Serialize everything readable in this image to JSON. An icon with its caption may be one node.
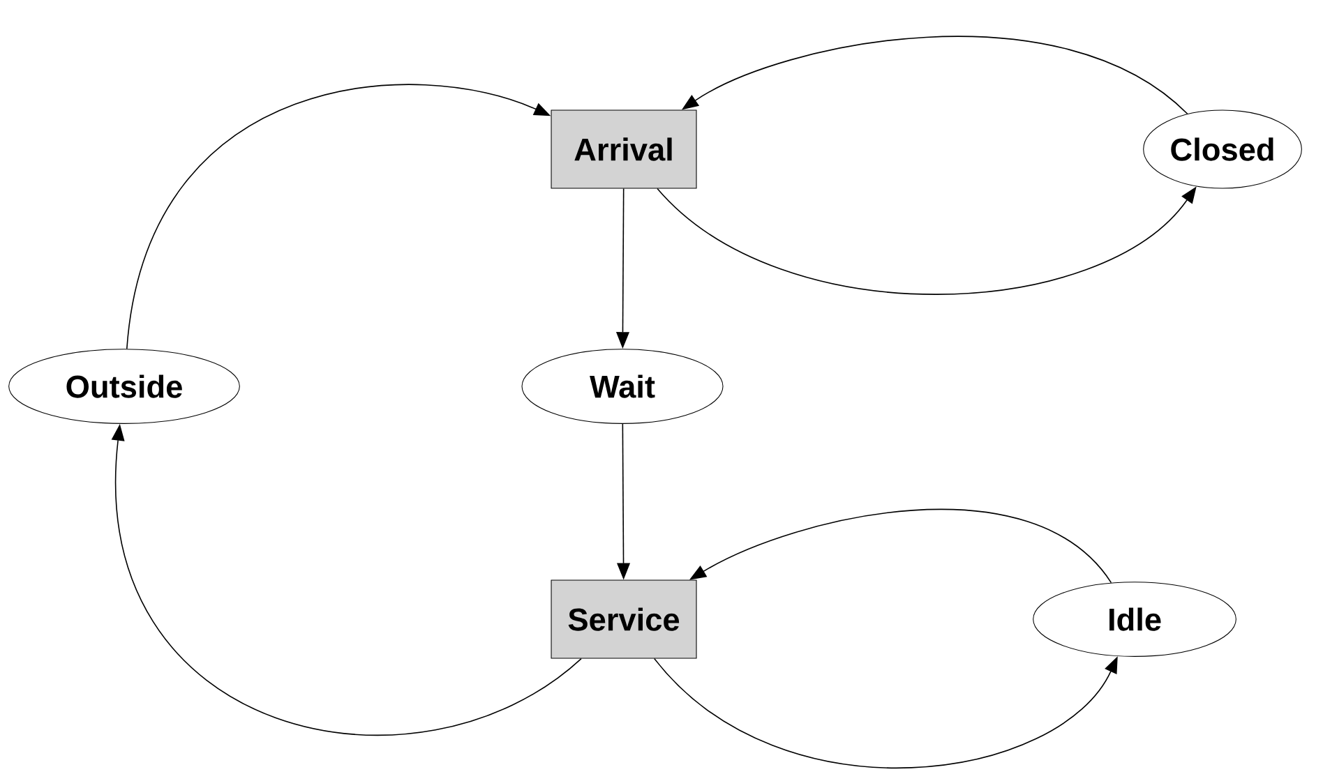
{
  "diagram": {
    "nodes": [
      {
        "text": [
          "Arrival"
        ]
      },
      {
        "text": [
          "Closed"
        ]
      },
      {
        "text": [
          "Outside"
        ]
      },
      {
        "text": [
          "Wait"
        ]
      },
      {
        "text": [
          "Service"
        ]
      },
      {
        "text": [
          "Idle"
        ]
      }
    ],
    "edges": [
      {
        "from": 1,
        "to": 0,
        "arrow": "to"
      },
      {
        "from": 0,
        "to": 1,
        "arrow": "to"
      },
      {
        "from": 2,
        "to": 0,
        "arrow": "to"
      },
      {
        "from": 0,
        "to": 3,
        "arrow": "to"
      },
      {
        "from": 3,
        "to": 4,
        "arrow": "to"
      },
      {
        "from": 4,
        "to": 2,
        "arrow": "to"
      },
      {
        "from": 5,
        "to": 4,
        "arrow": "to"
      },
      {
        "from": 4,
        "to": 5,
        "arrow": "to"
      }
    ]
  }
}
